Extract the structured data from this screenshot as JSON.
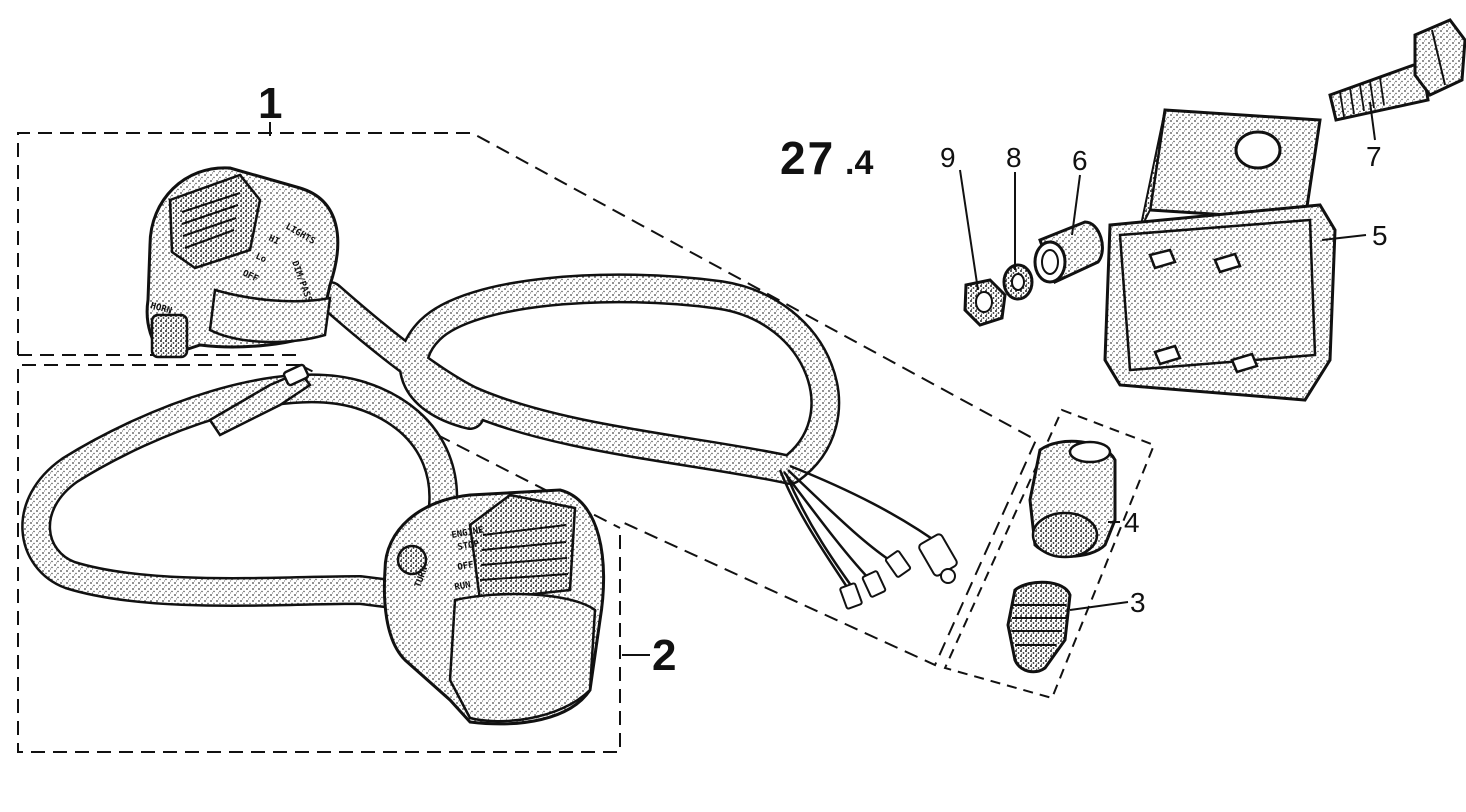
{
  "figure": {
    "main": "27",
    "sub": ".4"
  },
  "callouts": [
    {
      "id": "1",
      "part": "right handlebar switch assembly"
    },
    {
      "id": "2",
      "part": "left handlebar switch assembly"
    },
    {
      "id": "3",
      "part": "plug"
    },
    {
      "id": "4",
      "part": "socket"
    },
    {
      "id": "5",
      "part": "bracket"
    },
    {
      "id": "6",
      "part": "spacer"
    },
    {
      "id": "7",
      "part": "bolt"
    },
    {
      "id": "8",
      "part": "washer"
    },
    {
      "id": "9",
      "part": "nut"
    }
  ],
  "switch_right_labels": {
    "horn": "HORN",
    "lights": "LIGHTS",
    "hi": "HI",
    "lo": "Lo",
    "off": "OFF",
    "dimmer": "DIM/PASS"
  },
  "switch_left_labels": {
    "engine": "ENGINE",
    "stop": "STOP",
    "off": "OFF",
    "run": "RUN",
    "turn": "TURN"
  },
  "colors": {
    "ink": "#111111",
    "paper": "#ffffff",
    "stipple": "#555555"
  }
}
